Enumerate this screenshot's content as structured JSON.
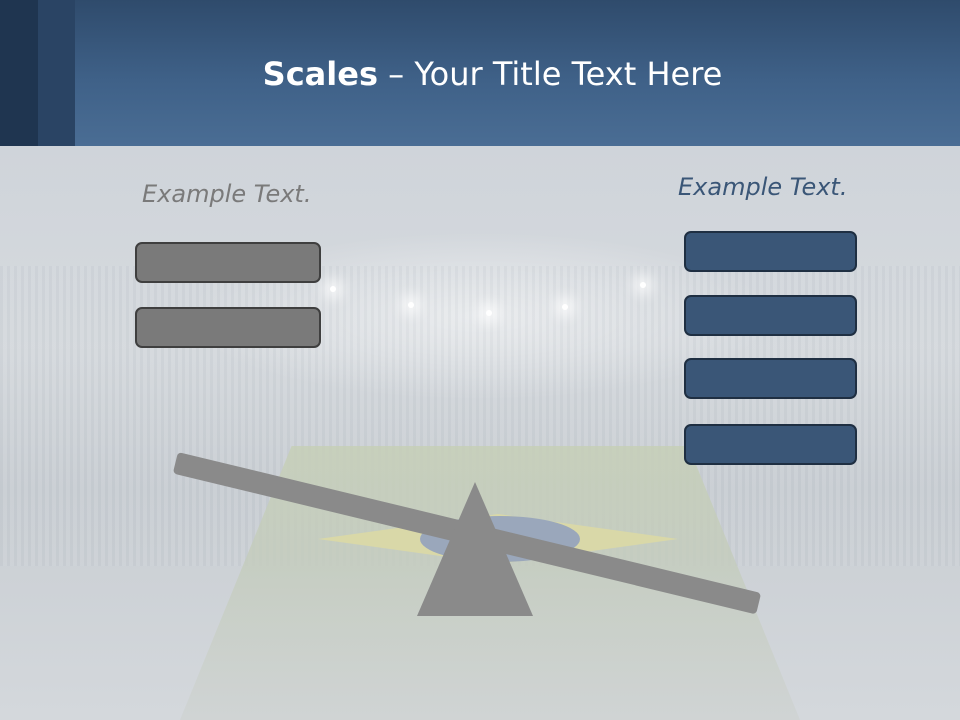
{
  "slide": {
    "title_bold": "Scales",
    "title_rest": " – Your Title Text Here"
  },
  "left": {
    "label": "Example Text.",
    "box_count": 2,
    "color": "#7a7a7a"
  },
  "right": {
    "label": "Example Text.",
    "box_count": 4,
    "color": "#3a5677"
  },
  "header_color": "#3f6188",
  "beam_color": "#8a8a8a"
}
